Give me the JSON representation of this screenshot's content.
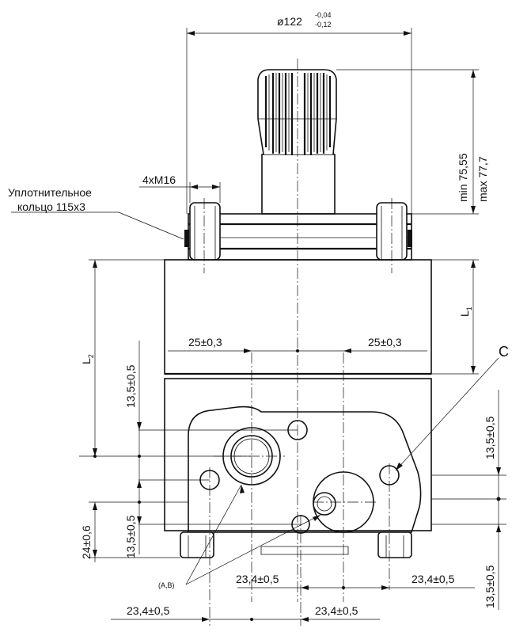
{
  "dimensions": {
    "diameter_main": "ø122",
    "diameter_tol_upper": "-0,04",
    "diameter_tol_lower": "-0,12",
    "thread": "4xM16",
    "shaft_min": "min 75,55",
    "shaft_max": "max 77,7",
    "l1": "L",
    "l1_sub": "1",
    "l2": "L",
    "l2_sub": "2",
    "port_offset_left": "25±0,3",
    "port_offset_right": "25±0,3",
    "left_vert_1": "13,5±0,5",
    "left_vert_2": "13,5±0,5",
    "left_vert_3": "24±0,6",
    "right_vert_1": "13,5±0,5",
    "right_vert_2": "13,5±0,5",
    "horiz_1": "23,4±0,5",
    "horiz_2": "23,4±0,5",
    "horiz_3": "23,4±0,5",
    "horiz_4": "23,4±0,5"
  },
  "labels": {
    "seal_ring_line1": "Уплотнительное",
    "seal_ring_line2": "кольцо 115x3",
    "callout_c": "C",
    "ports": "(A,B)"
  }
}
